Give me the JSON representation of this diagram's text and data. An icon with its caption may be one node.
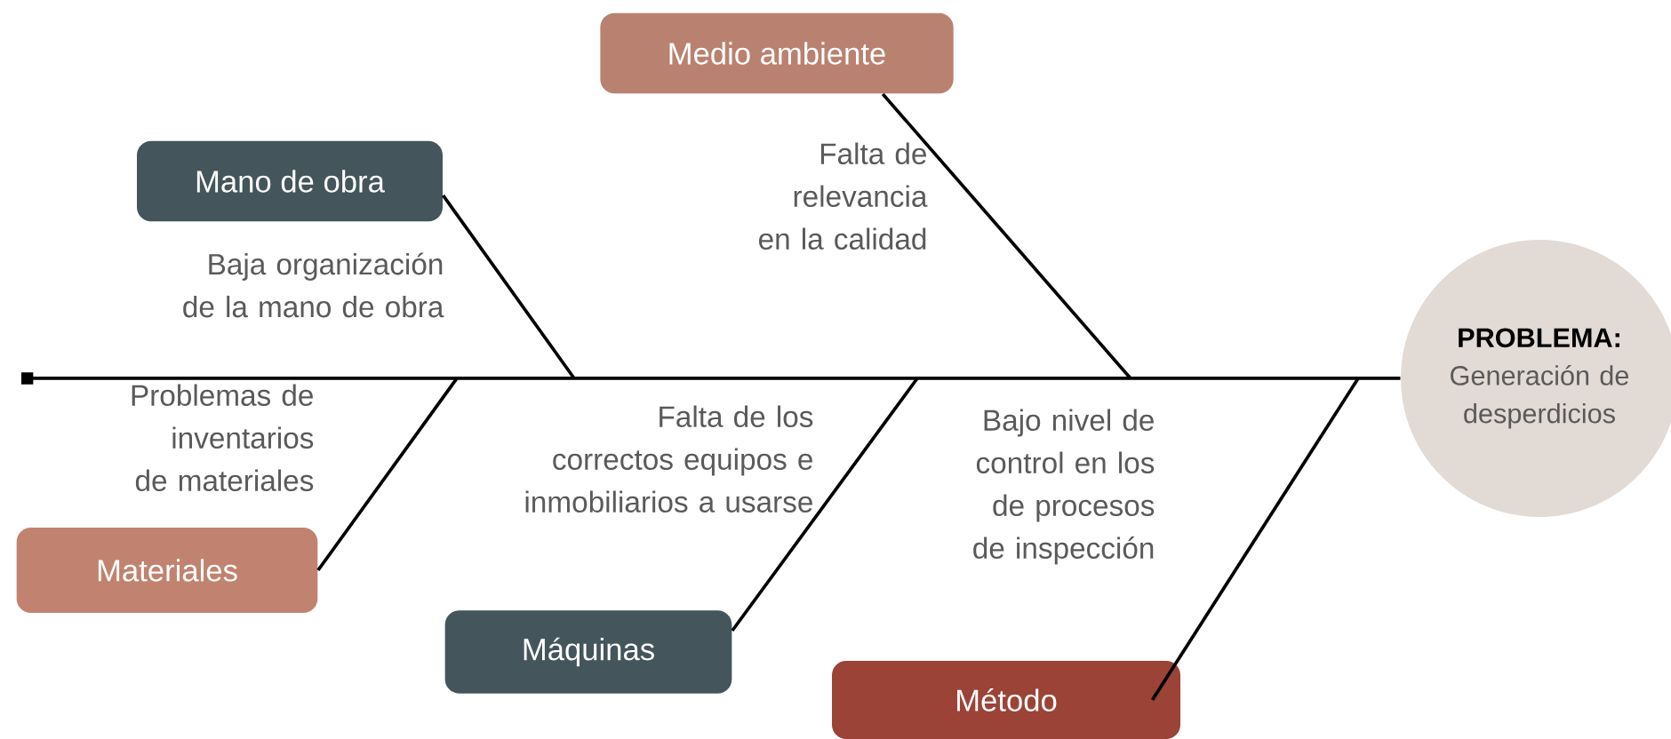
{
  "diagram": {
    "nodes": [
      {
        "text": [
          "Medio ambiente"
        ]
      },
      {
        "text": [
          "Mano de obra"
        ]
      },
      {
        "text": [
          "Materiales"
        ]
      },
      {
        "text": [
          "Máquinas"
        ]
      },
      {
        "text": [
          "Método"
        ]
      },
      {
        "text": [
          "PROBLEMA:",
          "Generación de desperdicios"
        ]
      }
    ],
    "edges": [
      {
        "from": null,
        "to": 5,
        "arrow": "other"
      },
      {
        "from": 0,
        "to": null,
        "arrow": "none"
      },
      {
        "from": 1,
        "to": null,
        "arrow": "none"
      },
      {
        "from": 2,
        "to": null,
        "arrow": "none"
      },
      {
        "from": 3,
        "to": null,
        "arrow": "none"
      },
      {
        "from": 4,
        "to": null,
        "arrow": "none"
      }
    ],
    "labels": [
      "Falta de relevancia en la calidad",
      "Baja organización de la mano de obra",
      "Problemas de inventarios de materiales",
      "Falta de los correctos equipos e inmobiliarios a usarse",
      "Bajo nivel de control en los de procesos de inspección"
    ]
  }
}
